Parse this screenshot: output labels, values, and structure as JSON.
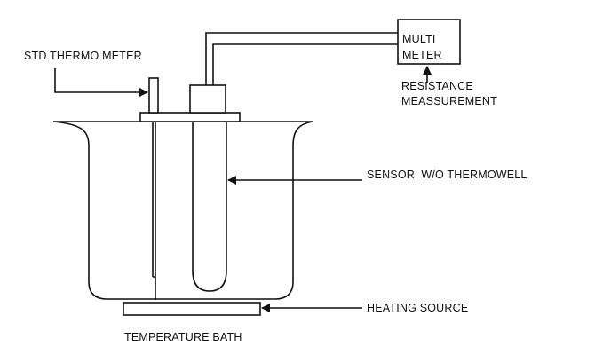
{
  "labels": {
    "std_thermometer": "STD THERMO METER",
    "multimeter_line1": "MULTI",
    "multimeter_line2": "METER",
    "resistance_line1": "RESISTANCE",
    "resistance_line2": "MEASSUREMENT",
    "sensor": "SENSOR  W/O THERMOWELL",
    "heating_source": "HEATING SOURCE",
    "temperature_bath": "TEMPERATURE BATH"
  },
  "colors": {
    "stroke": "#111111",
    "background": "#ffffff"
  }
}
